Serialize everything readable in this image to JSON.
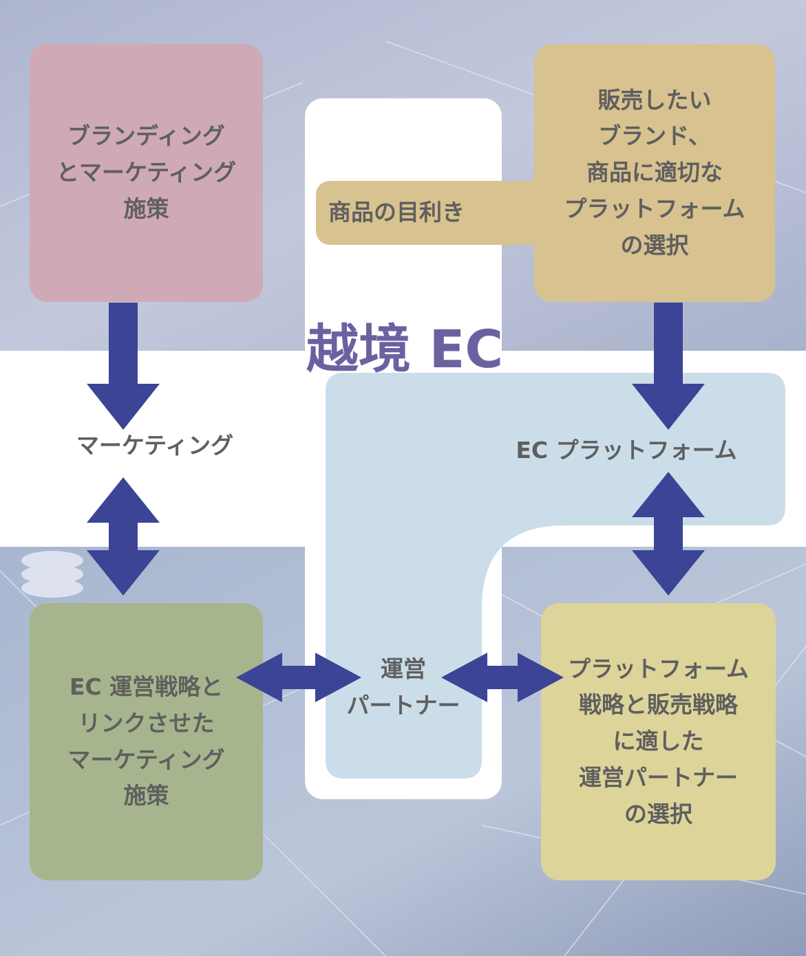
{
  "title": "越境 EC",
  "nodes": {
    "branding": "ブランディング\nとマーケティング\n施策",
    "selection": "販売したい\nブランド、\n商品に適切な\nプラットフォーム\nの選択",
    "mekiki": "商品の目利き",
    "marketing": "マーケティング",
    "platform": "EC プラットフォーム",
    "partner": "運営\nパートナー",
    "linked_marketing": "EC 運営戦略と\nリンクさせた\nマーケティング\n施策",
    "partner_selection": "プラットフォーム\n戦略と販売戦略\nに適した\n運営パートナー\nの選択"
  },
  "colors": {
    "arrow": "#3b4495",
    "title": "#6a62a0",
    "text": "#5f5f5f",
    "pink": "#cfa9b5",
    "gold": "#d8c28f",
    "olive": "#a6b58d",
    "yellow": "#ddd49a",
    "lightblue": "#cbdde9"
  }
}
